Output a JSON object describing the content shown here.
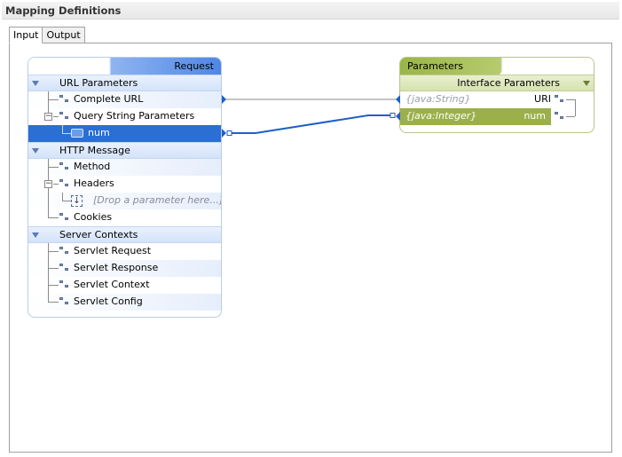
{
  "window": {
    "title": "Mapping Definitions"
  },
  "tabs": [
    {
      "label": "Input",
      "active": true
    },
    {
      "label": "Output",
      "active": false
    }
  ],
  "request_panel": {
    "header": "Request",
    "groups": [
      {
        "label": "URL Parameters",
        "items": [
          {
            "label": "Complete URL"
          },
          {
            "label": "Query String Parameters",
            "children": [
              {
                "label": "num",
                "selected": true
              }
            ]
          }
        ]
      },
      {
        "label": "HTTP Message",
        "items": [
          {
            "label": "Method"
          },
          {
            "label": "Headers",
            "placeholder": "[Drop a parameter here...]"
          },
          {
            "label": "Cookies"
          }
        ]
      },
      {
        "label": "Server Contexts",
        "items": [
          {
            "label": "Servlet Request"
          },
          {
            "label": "Servlet Response"
          },
          {
            "label": "Servlet Context"
          },
          {
            "label": "Servlet Config"
          }
        ]
      }
    ]
  },
  "parameters_panel": {
    "header": "Parameters",
    "group": "Interface Parameters",
    "items": [
      {
        "type": "{java:String}",
        "name": "URI"
      },
      {
        "type": "{java:Integer}",
        "name": "num",
        "selected": true
      }
    ]
  },
  "colors": {
    "request_accent": "#4f86e6",
    "parameters_accent": "#9bb04a",
    "selection": "#2b6fd3",
    "connector": "#1f5fc6",
    "connector_inactive": "#8a8a8a"
  },
  "icons": {
    "group_expand": "triangle-down-icon",
    "tree_node": "tree-node-icon",
    "param_node": "param-node-icon",
    "drop_target": "drop-arrow-icon",
    "field": "field-icon"
  }
}
